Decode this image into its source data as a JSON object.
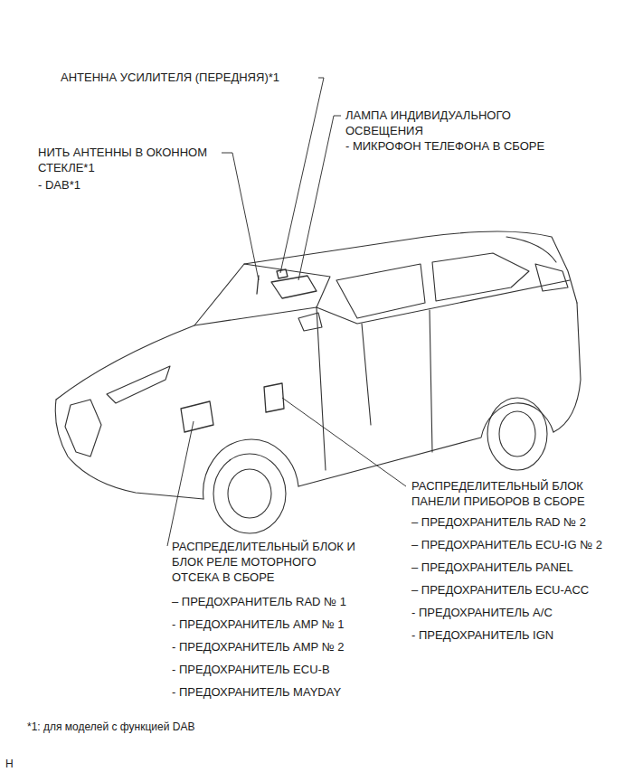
{
  "diagram": {
    "labels": [
      "АНТЕННА УСИЛИТЕЛЯ (ПЕРЕДНЯЯ)*1",
      "ЛАМПА ИНДИВИДУАЛЬНОГО ОСВЕЩЕНИЯ",
      "- МИКРОФОН ТЕЛЕФОНА В СБОРЕ",
      "НИТЬ АНТЕННЫ В ОКОННОМ СТЕКЛЕ*1",
      "- DAB*1",
      "РАСПРЕДЕЛИТЕЛЬНЫЙ БЛОК ПАНЕЛИ ПРИБОРОВ В СБОРЕ",
      "– ПРЕДОХРАНИТЕЛЬ RAD № 2",
      "– ПРЕДОХРАНИТЕЛЬ ECU-IG № 2",
      "– ПРЕДОХРАНИТЕЛЬ PANEL",
      "– ПРЕДОХРАНИТЕЛЬ ECU-ACC",
      "- ПРЕДОХРАНИТЕЛЬ A/C",
      "- ПРЕДОХРАНИТЕЛЬ IGN",
      "РАСПРЕДЕЛИТЕЛЬНЫЙ БЛОК И БЛОК РЕЛЕ МОТОРНОГО ОТСЕКА В СБОРЕ",
      "– ПРЕДОХРАНИТЕЛЬ RAD № 1",
      "- ПРЕДОХРАНИТЕЛЬ AMP № 1",
      "- ПРЕДОХРАНИТЕЛЬ AMP № 2",
      "- ПРЕДОХРАНИТЕЛЬ ECU-B",
      "- ПРЕДОХРАНИТЕЛЬ MAYDAY",
      "*1: для моделей с функцией DAB",
      "H"
    ]
  }
}
